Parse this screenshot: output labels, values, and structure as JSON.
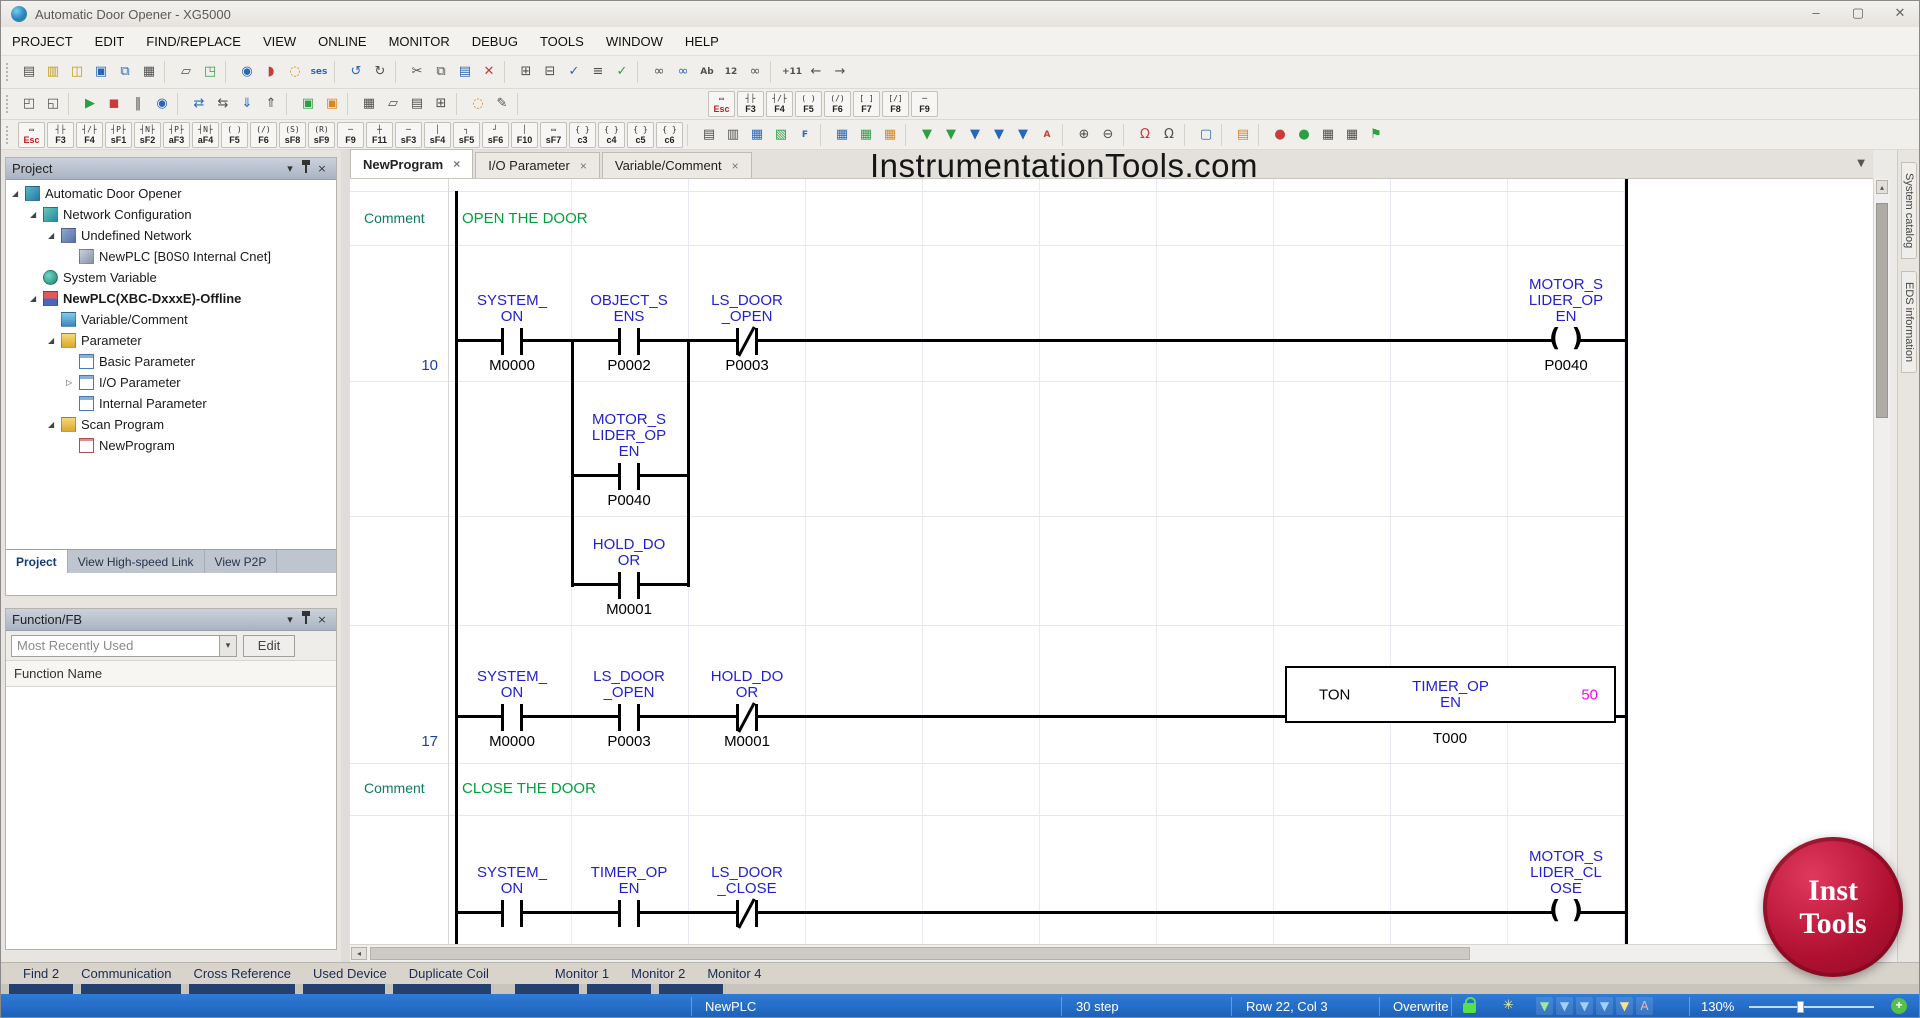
{
  "window": {
    "title": "Automatic Door Opener - XG5000",
    "controls": {
      "minimize": "–",
      "maximize": "▢",
      "close": "✕"
    }
  },
  "menubar": {
    "items": [
      "PROJECT",
      "EDIT",
      "FIND/REPLACE",
      "VIEW",
      "ONLINE",
      "MONITOR",
      "DEBUG",
      "TOOLS",
      "WINDOW",
      "HELP"
    ]
  },
  "toolbar1": {
    "icons": [
      {
        "n": "new-document-icon",
        "g": "▤",
        "cls": "g0"
      },
      {
        "n": "open-project-icon",
        "g": "▥",
        "cls": "gy"
      },
      {
        "n": "add-item-icon",
        "g": "◫",
        "cls": "gy"
      },
      {
        "n": "save-icon",
        "g": "▣",
        "cls": "gb"
      },
      {
        "n": "save-all-icon",
        "g": "⧉",
        "cls": "gb"
      },
      {
        "n": "print-icon",
        "g": "▦",
        "cls": "g0"
      },
      {
        "n": "separator",
        "g": "",
        "cls": "sep"
      },
      {
        "n": "print-preview-icon",
        "g": "▱",
        "cls": "g0"
      },
      {
        "n": "capture-icon",
        "g": "◳",
        "cls": "gg"
      },
      {
        "n": "separator",
        "g": "",
        "cls": "sep"
      },
      {
        "n": "start-monitor-icon",
        "g": "◉",
        "cls": "gb"
      },
      {
        "n": "start-simulator-icon",
        "g": "◗",
        "cls": "gr"
      },
      {
        "n": "comment-balloon-icon",
        "g": "◌",
        "cls": "go"
      },
      {
        "n": "ses-memory-icon",
        "g": "ses",
        "cls": "txt gb"
      },
      {
        "n": "separator",
        "g": "",
        "cls": "sep"
      },
      {
        "n": "undo-icon",
        "g": "↺",
        "cls": "gb"
      },
      {
        "n": "redo-icon",
        "g": "↻",
        "cls": "g0"
      },
      {
        "n": "separator",
        "g": "",
        "cls": "sep"
      },
      {
        "n": "cut-icon",
        "g": "✂",
        "cls": "g0"
      },
      {
        "n": "copy-icon",
        "g": "⧉",
        "cls": "g0"
      },
      {
        "n": "paste-icon",
        "g": "▤",
        "cls": "gb"
      },
      {
        "n": "delete-icon",
        "g": "✕",
        "cls": "gr"
      },
      {
        "n": "separator",
        "g": "",
        "cls": "sep"
      },
      {
        "n": "insert-line-icon",
        "g": "⊞",
        "cls": "g0"
      },
      {
        "n": "delete-line-icon",
        "g": "⊟",
        "cls": "g0"
      },
      {
        "n": "check-program-icon",
        "g": "✓",
        "cls": "gb"
      },
      {
        "n": "arrange-icon",
        "g": "≡",
        "cls": "g0"
      },
      {
        "n": "syntax-check-icon",
        "g": "✓",
        "cls": "gg"
      },
      {
        "n": "separator",
        "g": "",
        "cls": "sep"
      },
      {
        "n": "find-icon",
        "g": "∞",
        "cls": "g0"
      },
      {
        "n": "replace-icon",
        "g": "∞",
        "cls": "gb"
      },
      {
        "n": "find-text-icon",
        "g": "Ab",
        "cls": "txt g0"
      },
      {
        "n": "find-device-icon",
        "g": "12",
        "cls": "txt g0"
      },
      {
        "n": "find-next-icon",
        "g": "∞",
        "cls": "g0"
      },
      {
        "n": "separator",
        "g": "",
        "cls": "sep"
      },
      {
        "n": "goto-step-icon",
        "g": "+11",
        "cls": "txt g0"
      },
      {
        "n": "navigate-back-icon",
        "g": "←",
        "cls": "g0"
      },
      {
        "n": "navigate-forward-icon",
        "g": "→",
        "cls": "g0"
      }
    ]
  },
  "toolbar2": {
    "icons": [
      {
        "n": "cascade-windows-icon",
        "g": "◰",
        "cls": "g0"
      },
      {
        "n": "tile-windows-icon",
        "g": "◱",
        "cls": "g0"
      },
      {
        "n": "separator",
        "g": "",
        "cls": "sep"
      },
      {
        "n": "run-mode-icon",
        "g": "▶",
        "cls": "gg"
      },
      {
        "n": "stop-mode-icon",
        "g": "◼",
        "cls": "gr"
      },
      {
        "n": "pause-mode-icon",
        "g": "‖",
        "cls": "g0"
      },
      {
        "n": "debug-mode-icon",
        "g": "◉",
        "cls": "gb"
      },
      {
        "n": "separator",
        "g": "",
        "cls": "sep"
      },
      {
        "n": "connect-icon",
        "g": "⇄",
        "cls": "gb"
      },
      {
        "n": "disconnect-icon",
        "g": "⇆",
        "cls": "g0"
      },
      {
        "n": "download-icon",
        "g": "⇓",
        "cls": "gb"
      },
      {
        "n": "upload-icon",
        "g": "⇑",
        "cls": "g0"
      },
      {
        "n": "separator",
        "g": "",
        "cls": "sep"
      },
      {
        "n": "online-edit-icon",
        "g": "▣",
        "cls": "gg"
      },
      {
        "n": "flash-write-icon",
        "g": "▣",
        "cls": "go"
      },
      {
        "n": "separator",
        "g": "",
        "cls": "sep"
      },
      {
        "n": "print-program-icon",
        "g": "▦",
        "cls": "g0"
      },
      {
        "n": "page-preview-icon",
        "g": "▱",
        "cls": "g0"
      },
      {
        "n": "page-setup-icon",
        "g": "▤",
        "cls": "g0"
      },
      {
        "n": "zoom-area-icon",
        "g": "⊞",
        "cls": "g0"
      },
      {
        "n": "separator",
        "g": "",
        "cls": "sep"
      },
      {
        "n": "insert-comment-icon",
        "g": "◌",
        "cls": "go"
      },
      {
        "n": "edit-tool-icon",
        "g": "✎",
        "cls": "g0"
      },
      {
        "n": "separator",
        "g": "",
        "cls": "sep"
      }
    ],
    "keys": [
      {
        "k": "Esc",
        "s": "▭",
        "cls": "hot"
      },
      {
        "k": "F3",
        "s": "┤├",
        "cls": ""
      },
      {
        "k": "F4",
        "s": "┤/├",
        "cls": ""
      },
      {
        "k": "F5",
        "s": "( )",
        "cls": ""
      },
      {
        "k": "F6",
        "s": "(/)",
        "cls": ""
      },
      {
        "k": "F7",
        "s": "[ ]",
        "cls": ""
      },
      {
        "k": "F8",
        "s": "[/]",
        "cls": ""
      },
      {
        "k": "F9",
        "s": "─",
        "cls": ""
      }
    ]
  },
  "toolbar3": {
    "keys": [
      {
        "k": "Esc",
        "s": "▭",
        "cls": "hot"
      },
      {
        "k": "F3",
        "s": "┤├",
        "cls": ""
      },
      {
        "k": "F4",
        "s": "┤/├",
        "cls": ""
      },
      {
        "k": "sF1",
        "s": "┤P├",
        "cls": ""
      },
      {
        "k": "sF2",
        "s": "┤N├",
        "cls": ""
      },
      {
        "k": "aF3",
        "s": "┤P├",
        "cls": ""
      },
      {
        "k": "aF4",
        "s": "┤N├",
        "cls": ""
      },
      {
        "k": "F5",
        "s": "( )",
        "cls": ""
      },
      {
        "k": "F6",
        "s": "(/)",
        "cls": ""
      },
      {
        "k": "sF8",
        "s": "(S)",
        "cls": ""
      },
      {
        "k": "sF9",
        "s": "(R)",
        "cls": ""
      },
      {
        "k": "F9",
        "s": "─",
        "cls": ""
      },
      {
        "k": "F11",
        "s": "┼",
        "cls": ""
      },
      {
        "k": "sF3",
        "s": "─",
        "cls": ""
      },
      {
        "k": "sF4",
        "s": "│",
        "cls": ""
      },
      {
        "k": "sF5",
        "s": "┐",
        "cls": ""
      },
      {
        "k": "sF6",
        "s": "┘",
        "cls": ""
      },
      {
        "k": "F10",
        "s": "│",
        "cls": ""
      },
      {
        "k": "sF7",
        "s": "▭",
        "cls": ""
      },
      {
        "k": "c3",
        "s": "{ }",
        "cls": ""
      },
      {
        "k": "c4",
        "s": "{ }",
        "cls": ""
      },
      {
        "k": "c5",
        "s": "{ }",
        "cls": ""
      },
      {
        "k": "c6",
        "s": "{ }",
        "cls": ""
      }
    ],
    "icons": [
      {
        "n": "separator",
        "g": "",
        "cls": "sep"
      },
      {
        "n": "ladder-view-icon",
        "g": "▤",
        "cls": "g0"
      },
      {
        "n": "mnemonic-view-icon",
        "g": "▥",
        "cls": "g0"
      },
      {
        "n": "variable-view-icon",
        "g": "▦",
        "cls": "gb"
      },
      {
        "n": "device-view-icon",
        "g": "▧",
        "cls": "gg"
      },
      {
        "n": "flag-view-icon",
        "g": "F",
        "cls": "txt gb"
      },
      {
        "n": "separator",
        "g": "",
        "cls": "sep"
      },
      {
        "n": "io-table-icon",
        "g": "▦",
        "cls": "gb"
      },
      {
        "n": "special-table-icon",
        "g": "▦",
        "cls": "gg"
      },
      {
        "n": "calendar-icon",
        "g": "▦",
        "cls": "go"
      },
      {
        "n": "separator",
        "g": "",
        "cls": "sep"
      },
      {
        "n": "check-doc-icon",
        "g": "▼",
        "cls": "gg"
      },
      {
        "n": "check-doc-icon",
        "g": "▼",
        "cls": "gg"
      },
      {
        "n": "check-doc-icon",
        "g": "▼",
        "cls": "gb"
      },
      {
        "n": "check-doc-icon",
        "g": "▼",
        "cls": "gb"
      },
      {
        "n": "check-doc-icon",
        "g": "▼",
        "cls": "gb"
      },
      {
        "n": "font-style-icon",
        "g": "A",
        "cls": "txt gr"
      },
      {
        "n": "separator",
        "g": "",
        "cls": "sep"
      },
      {
        "n": "zoom-in-icon",
        "g": "⊕",
        "cls": "g0"
      },
      {
        "n": "zoom-out-icon",
        "g": "⊖",
        "cls": "g0"
      },
      {
        "n": "separator",
        "g": "",
        "cls": "sep"
      },
      {
        "n": "user-login-icon",
        "g": "Ω",
        "cls": "gr"
      },
      {
        "n": "user-logout-icon",
        "g": "Ω",
        "cls": "g0"
      },
      {
        "n": "separator",
        "g": "",
        "cls": "sep"
      },
      {
        "n": "monitor-display-icon",
        "g": "▢",
        "cls": "gb"
      },
      {
        "n": "separator",
        "g": "",
        "cls": "sep"
      },
      {
        "n": "notepad-icon",
        "g": "▤",
        "cls": "go"
      },
      {
        "n": "separator",
        "g": "",
        "cls": "sep"
      },
      {
        "n": "status-red-icon",
        "g": "●",
        "cls": "gr"
      },
      {
        "n": "status-green-icon",
        "g": "●",
        "cls": "gg"
      },
      {
        "n": "factory-icon",
        "g": "▦",
        "cls": "g0"
      },
      {
        "n": "factory-icon",
        "g": "▦",
        "cls": "g0"
      },
      {
        "n": "flag-icon",
        "g": "⚑",
        "cls": "gg"
      }
    ]
  },
  "project_panel": {
    "title": "Project",
    "tree": [
      {
        "label": "Automatic Door Opener",
        "cls": "lv0",
        "exp": "◢",
        "icon": "i-ws"
      },
      {
        "label": "Network Configuration",
        "cls": "lv1",
        "exp": "◢",
        "icon": "i-net"
      },
      {
        "label": "Undefined Network",
        "cls": "lv2",
        "exp": "◢",
        "icon": "i-unet"
      },
      {
        "label": "NewPLC [B0S0 Internal Cnet]",
        "cls": "lv3",
        "exp": "",
        "icon": "i-plcnet"
      },
      {
        "label": "System Variable",
        "cls": "lv1",
        "exp": "",
        "icon": "i-sysvar"
      },
      {
        "label": "NewPLC(XBC-DxxxE)-Offline",
        "cls": "lv1 bold",
        "exp": "◢",
        "icon": "i-plc"
      },
      {
        "label": "Variable/Comment",
        "cls": "lv2",
        "exp": "",
        "icon": "i-varcom"
      },
      {
        "label": "Parameter",
        "cls": "lv2",
        "exp": "◢",
        "icon": "i-param"
      },
      {
        "label": "Basic Parameter",
        "cls": "lv3",
        "exp": "",
        "icon": "i-tbl"
      },
      {
        "label": "I/O Parameter",
        "cls": "lv3",
        "exp": "▷",
        "icon": "i-tbl"
      },
      {
        "label": "Internal Parameter",
        "cls": "lv3",
        "exp": "",
        "icon": "i-tbl"
      },
      {
        "label": "Scan Program",
        "cls": "lv2",
        "exp": "◢",
        "icon": "i-scan"
      },
      {
        "label": "NewProgram",
        "cls": "lv3",
        "exp": "",
        "icon": "i-prog"
      }
    ],
    "tabs": [
      {
        "label": "Project",
        "cls": "active"
      },
      {
        "label": "View High-speed Link",
        "cls": ""
      },
      {
        "label": "View P2P",
        "cls": ""
      }
    ]
  },
  "function_panel": {
    "title": "Function/FB",
    "filter_value": "Most Recently Used",
    "edit_button": "Edit",
    "list_header": "Function Name"
  },
  "editor": {
    "tabs": [
      {
        "label": "NewProgram",
        "cls": "active"
      },
      {
        "label": "I/O Parameter",
        "cls": ""
      },
      {
        "label": "Variable/Comment",
        "cls": ""
      }
    ],
    "close_glyph": "×",
    "watermark": "InstrumentationTools.com"
  },
  "ladder": {
    "comment_label": "Comment",
    "comment1": "OPEN THE DOOR",
    "comment2": "CLOSE THE DOOR",
    "rung1": {
      "number": "10",
      "contacts": [
        {
          "label": "SYSTEM_ON",
          "device": "M0000",
          "type": "no"
        },
        {
          "label": "OBJECT_SENS",
          "device": "P0002",
          "type": "no"
        },
        {
          "label": "LS_DOOR_OPEN",
          "device": "P0003",
          "type": "nc"
        }
      ],
      "branches": [
        {
          "label": "MOTOR_SLIDER_OPEN",
          "device": "P0040",
          "type": "no"
        },
        {
          "label": "HOLD_DOOR",
          "device": "M0001",
          "type": "no"
        }
      ],
      "coil": {
        "label": "MOTOR_SLIDER_OPEN",
        "device": "P0040"
      }
    },
    "rung2": {
      "number": "17",
      "contacts": [
        {
          "label": "SYSTEM_ON",
          "device": "M0000",
          "type": "no"
        },
        {
          "label": "LS_DOOR_OPEN",
          "device": "P0003",
          "type": "no"
        },
        {
          "label": "HOLD_DOOR",
          "device": "M0001",
          "type": "nc"
        }
      ],
      "timer": {
        "fn": "TON",
        "label": "TIMER_OPEN",
        "preset": "50",
        "device": "T000"
      }
    },
    "rung3": {
      "contacts": [
        {
          "label": "SYSTEM_ON",
          "device": "",
          "type": "no"
        },
        {
          "label": "TIMER_OPEN",
          "device": "",
          "type": "no"
        },
        {
          "label": "LS_DOOR_CLOSE",
          "device": "",
          "type": "nc"
        }
      ],
      "coil": {
        "label": "MOTOR_SLIDER_CLOSE",
        "device": ""
      }
    }
  },
  "side_tabs": [
    "System catalog",
    "EDS information"
  ],
  "bottom_tabs": {
    "left": [
      "Find 2",
      "Communication",
      "Cross Reference",
      "Used Device",
      "Duplicate Coil"
    ],
    "monitors": [
      "Monitor 1",
      "Monitor 2",
      "Monitor 4"
    ]
  },
  "status_bar": {
    "plc": "NewPLC",
    "steps": "30 step",
    "cursor": "Row 22, Col 3",
    "mode": "Overwrite",
    "zoom": "130%",
    "icons": [
      {
        "n": "doc-check-green-icon",
        "g": "▼",
        "c": "#9FE89F"
      },
      {
        "n": "doc-check-blue-icon",
        "g": "▼",
        "c": "#9FD0F8"
      },
      {
        "n": "doc-check-blue-icon",
        "g": "▼",
        "c": "#9FD0F8"
      },
      {
        "n": "doc-check-blue-icon",
        "g": "▼",
        "c": "#9FD0F8"
      },
      {
        "n": "doc-check-yellow-icon",
        "g": "▼",
        "c": "#F8E08F"
      },
      {
        "n": "font-a-icon",
        "g": "A",
        "c": "#FFB0B0"
      }
    ]
  },
  "brand": {
    "line1": "Inst",
    "line2": "Tools"
  }
}
